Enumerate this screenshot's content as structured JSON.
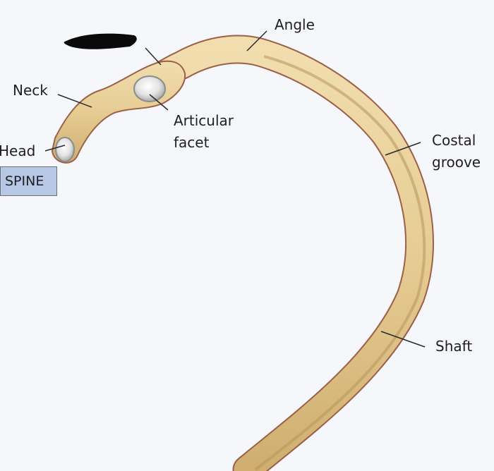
{
  "diagram": {
    "labels": {
      "angle": "Angle",
      "neck": "Neck",
      "head": "Head",
      "articular_facet": "Articular\nfacet",
      "costal_groove": "Costal\ngroove",
      "shaft": "Shaft",
      "spine": "SPINE"
    },
    "colors": {
      "background": "#f5f7fb",
      "bone": "#e7cf98",
      "bone_shadow": "#b8965a",
      "bone_outline": "#9c5f48",
      "leader_lines": "#2a2a2a",
      "spine_box": "#b7c8e6",
      "redaction": "#0a0a0a"
    }
  }
}
